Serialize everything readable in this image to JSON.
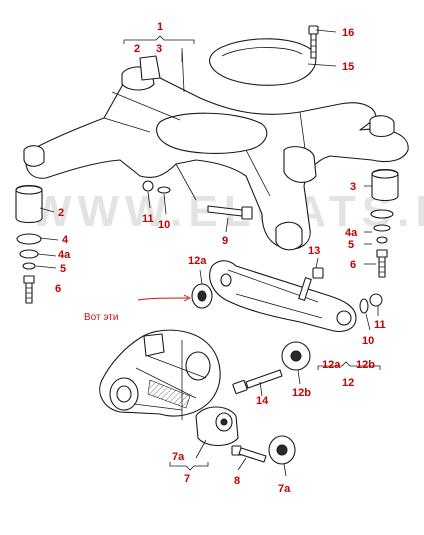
{
  "watermark": "WWW.ELCATS.RU",
  "note": {
    "text": "Вот эти",
    "color": "#d01010"
  },
  "colors": {
    "callout": "#c40000",
    "line": "#1a1a1a"
  },
  "callouts": {
    "c1": "1",
    "c2": "2",
    "c3": "3",
    "c16": "16",
    "c15": "15",
    "c3r": "3",
    "c2l": "2",
    "c4l": "4",
    "c4al": "4a",
    "c5l": "5",
    "c6l": "6",
    "c11l": "11",
    "c10l": "10",
    "c9": "9",
    "c13": "13",
    "c4ar": "4a",
    "c5r": "5",
    "c6r": "6",
    "c12a_top": "12a",
    "c11r": "11",
    "c10r": "10",
    "c12a_right": "12a",
    "c12b_right": "12b",
    "c12": "12",
    "c12b": "12b",
    "c14": "14",
    "c7a_left": "7a",
    "c7": "7",
    "c8": "8",
    "c7a_bottom": "7a"
  }
}
